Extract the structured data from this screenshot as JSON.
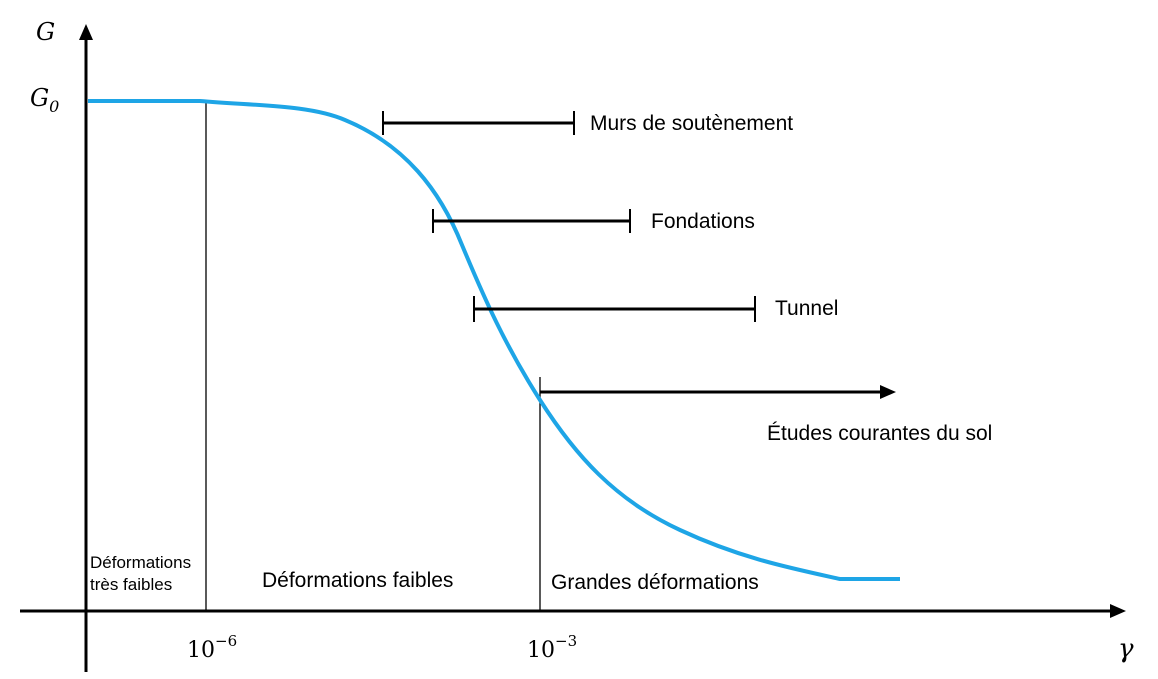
{
  "axes": {
    "y_label": "G",
    "y_ref_label_main": "G",
    "y_ref_label_sub": "0",
    "x_label": "γ",
    "tick_1_base": "10",
    "tick_1_exp": "−6",
    "tick_2_base": "10",
    "tick_2_exp": "−3"
  },
  "zones": {
    "very_small_line1": "Déformations",
    "very_small_line2": "très faibles",
    "small": "Déformations faibles",
    "large": "Grandes déformations"
  },
  "ranges": {
    "retaining_walls": "Murs de soutènement",
    "foundations": "Fondations",
    "tunnel": "Tunnel",
    "soil_studies": "Études courantes du sol"
  },
  "colors": {
    "curve": "#1ea5e6",
    "ink": "#000000"
  }
}
